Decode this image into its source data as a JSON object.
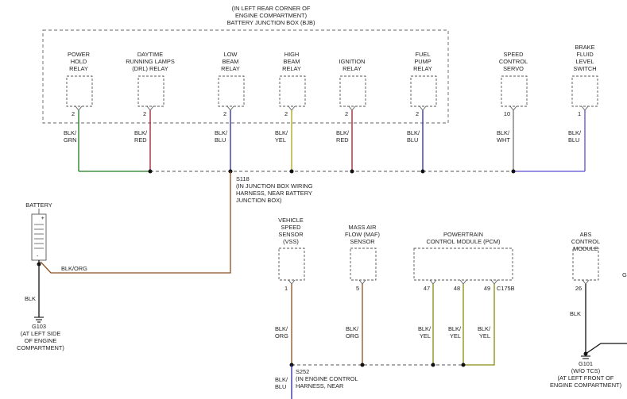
{
  "bjb": {
    "title_line1": "(IN LEFT REAR CORNER OF",
    "title_line2": "ENGINE COMPARTMENT)",
    "title_line3": "BATTERY JUNCTION BOX (BJB)"
  },
  "relays": [
    {
      "l1": "POWER",
      "l2": "HOLD",
      "l3": "RELAY",
      "pin": "2",
      "w1": "BLK/",
      "w2": "GRN",
      "color": "#1e7a1e"
    },
    {
      "l1": "DAYTIME",
      "l2": "RUNNING LAMPS",
      "l3": "(DRL) RELAY",
      "pin": "2",
      "w1": "BLK/",
      "w2": "RED",
      "color": "#9c1c2a"
    },
    {
      "l1": "LOW",
      "l2": "BEAM",
      "l3": "RELAY",
      "pin": "2",
      "w1": "BLK/",
      "w2": "BLU",
      "color": "#2a2aa0"
    },
    {
      "l1": "HIGH",
      "l2": "BEAM",
      "l3": "RELAY",
      "pin": "2",
      "w1": "BLK/",
      "w2": "YEL",
      "color": "#a8a818"
    },
    {
      "l1": "IGNITION",
      "l2": "RELAY",
      "l3": "",
      "pin": "2",
      "w1": "BLK/",
      "w2": "RED",
      "color": "#9c1c2a"
    },
    {
      "l1": "FUEL",
      "l2": "PUMP",
      "l3": "RELAY",
      "pin": "2",
      "w1": "BLK/",
      "w2": "BLU",
      "color": "#2a2aa0"
    }
  ],
  "servo": {
    "l1": "SPEED",
    "l2": "CONTROL",
    "l3": "SERVO",
    "pin": "10",
    "w1": "BLK/",
    "w2": "WHT",
    "color": "#777777"
  },
  "brake": {
    "l1": "BRAKE",
    "l2": "FLUID",
    "l3": "LEVEL",
    "l4": "SWITCH",
    "pin": "1",
    "w1": "BLK/",
    "w2": "BLU",
    "color": "#5a4fd0"
  },
  "s118": {
    "l1": "S118",
    "l2": "(IN JUNCTION BOX WIRING",
    "l3": "HARNESS, NEAR BATTERY",
    "l4": "JUNCTION BOX)"
  },
  "battery": {
    "label": "BATTERY",
    "plus": "+",
    "minus": "-"
  },
  "blk_org": "BLK/ORG",
  "blk": "BLK",
  "g103": {
    "l1": "G103",
    "l2": "(AT LEFT SIDE",
    "l3": "OF ENGINE",
    "l4": "COMPARTMENT)"
  },
  "vss": {
    "l1": "VEHICLE",
    "l2": "SPEED",
    "l3": "SENSOR",
    "l4": "(VSS)",
    "pin": "1",
    "w1": "BLK/",
    "w2": "ORG"
  },
  "maf": {
    "l1": "MASS AIR",
    "l2": "FLOW (MAF)",
    "l3": "SENSOR",
    "pin": "5",
    "w1": "BLK/",
    "w2": "ORG"
  },
  "pcm": {
    "l1": "POWERTRAIN",
    "l2": "CONTROL MODULE (PCM)",
    "pins": [
      "47",
      "48",
      "49"
    ],
    "connector": "C175B",
    "w1": "BLK/",
    "w2": "YEL"
  },
  "s252": {
    "l1": "S252",
    "l2": "(IN ENGINE CONTROL",
    "l3": "HARNESS, NEAR",
    "w1": "BLK/",
    "w2": "BLU"
  },
  "abs": {
    "l1": "ABS",
    "l2": "CONTROL",
    "l3": "MODULE",
    "pin": "26",
    "wire": "BLK"
  },
  "g101": {
    "l1": "G101",
    "l2": "(W/O TCS)",
    "l3": "(AT LEFT FRONT OF",
    "l4": "ENGINE COMPARTMENT)"
  },
  "edge_letter": "G"
}
